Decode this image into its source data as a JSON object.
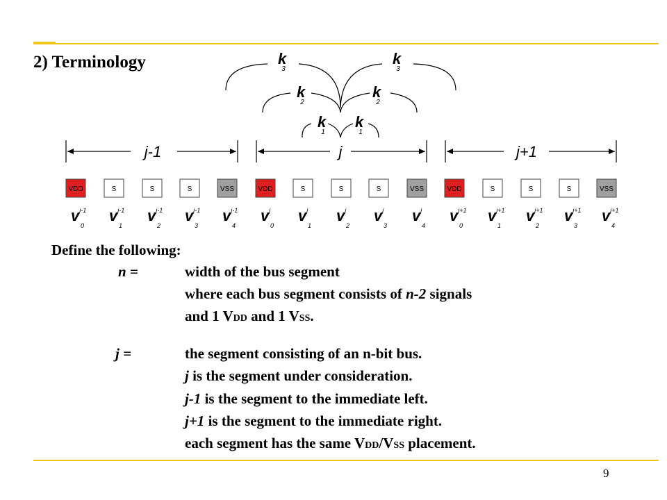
{
  "title": "2) Terminology",
  "page_number": "9",
  "accent_color": "#f2c418",
  "diagram": {
    "k_labels": [
      {
        "base": "k",
        "sub": "3"
      },
      {
        "base": "k",
        "sub": "3"
      },
      {
        "base": "k",
        "sub": "2"
      },
      {
        "base": "k",
        "sub": "2"
      },
      {
        "base": "k",
        "sub": "1"
      },
      {
        "base": "k",
        "sub": "1"
      }
    ],
    "segments": [
      "j-1",
      "j",
      "j+1"
    ],
    "cells": [
      {
        "label": "VDD",
        "color": "#e02020"
      },
      {
        "label": "S",
        "color": "#ffffff"
      },
      {
        "label": "S",
        "color": "#ffffff"
      },
      {
        "label": "S",
        "color": "#ffffff"
      },
      {
        "label": "VSS",
        "color": "#a0a0a0"
      },
      {
        "label": "VDD",
        "color": "#e02020"
      },
      {
        "label": "S",
        "color": "#ffffff"
      },
      {
        "label": "S",
        "color": "#ffffff"
      },
      {
        "label": "S",
        "color": "#ffffff"
      },
      {
        "label": "VSS",
        "color": "#a0a0a0"
      },
      {
        "label": "VDD",
        "color": "#e02020"
      },
      {
        "label": "S",
        "color": "#ffffff"
      },
      {
        "label": "S",
        "color": "#ffffff"
      },
      {
        "label": "S",
        "color": "#ffffff"
      },
      {
        "label": "VSS",
        "color": "#a0a0a0"
      }
    ],
    "v_labels": [
      {
        "base": "v",
        "sup": "j-1",
        "sub": "0"
      },
      {
        "base": "v",
        "sup": "j-1",
        "sub": "1"
      },
      {
        "base": "v",
        "sup": "j-1",
        "sub": "2"
      },
      {
        "base": "v",
        "sup": "j-1",
        "sub": "3"
      },
      {
        "base": "v",
        "sup": "j-1",
        "sub": "4"
      },
      {
        "base": "v",
        "sup": "j",
        "sub": "0"
      },
      {
        "base": "v",
        "sup": "j",
        "sub": "1"
      },
      {
        "base": "v",
        "sup": "j",
        "sub": "2"
      },
      {
        "base": "v",
        "sup": "j",
        "sub": "3"
      },
      {
        "base": "v",
        "sup": "j",
        "sub": "4"
      },
      {
        "base": "v",
        "sup": "j+1",
        "sub": "0"
      },
      {
        "base": "v",
        "sup": "j+1",
        "sub": "1"
      },
      {
        "base": "v",
        "sup": "j+1",
        "sub": "2"
      },
      {
        "base": "v",
        "sup": "j+1",
        "sub": "3"
      },
      {
        "base": "v",
        "sup": "j+1",
        "sub": "4"
      }
    ]
  },
  "definitions": {
    "heading": "Define the following:",
    "n": {
      "term": "n =",
      "line1": "width of the bus segment",
      "line2_a": "where each bus segment consists of ",
      "line2_b": "n-2",
      "line2_c": " signals",
      "line3_a": "and 1 V",
      "line3_b": "DD",
      "line3_c": " and 1 V",
      "line3_d": "SS",
      "line3_e": "."
    },
    "j": {
      "term": "j =",
      "line1": "the segment consisting of an n-bit bus.",
      "line2_a": "j",
      "line2_b": " is the segment under consideration.",
      "line3_a": "j-1",
      "line3_b": " is the segment to the immediate left.",
      "line4_a": "j+1",
      "line4_b": " is the segment to the immediate right.",
      "line5_a": "each segment has the same V",
      "line5_b": "DD",
      "line5_c": "/V",
      "line5_d": "SS",
      "line5_e": " placement."
    }
  }
}
